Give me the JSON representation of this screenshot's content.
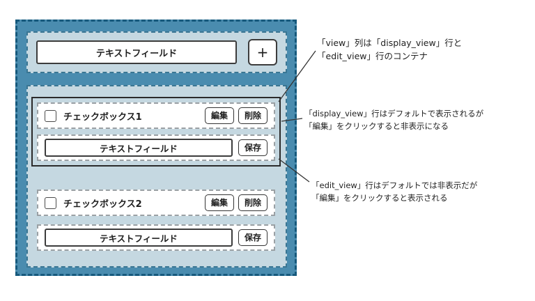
{
  "list_app": {
    "new_item": {
      "textfield_label": "テキストフィールド",
      "add_button": "+"
    },
    "items": [
      {
        "checkbox_label": "チェックボックス1",
        "edit_button": "編集",
        "delete_button": "削除",
        "textfield_label": "テキストフィールド",
        "save_button": "保存"
      },
      {
        "checkbox_label": "チェックボックス2",
        "edit_button": "編集",
        "delete_button": "削除",
        "textfield_label": "テキストフィールド",
        "save_button": "保存"
      }
    ]
  },
  "annotations": [
    {
      "line1": "「view」列は「display_view」行と",
      "line2": "「edit_view」行のコンテナ"
    },
    {
      "line1": "「display_view」行はデフォルトで表示されるが",
      "line2": "「編集」をクリックすると非表示になる"
    },
    {
      "line1": "「edit_view」行はデフォルトでは非表示だが",
      "line2": "「編集」をクリックすると表示される"
    }
  ],
  "colors": {
    "outer_fill": "#4a8caf",
    "outer_border": "#16597c",
    "panel_fill": "#c5d8e1",
    "panel_border": "#3a7693",
    "highlight_border": "#2b2b2b",
    "row_border": "#9aa0a4"
  }
}
